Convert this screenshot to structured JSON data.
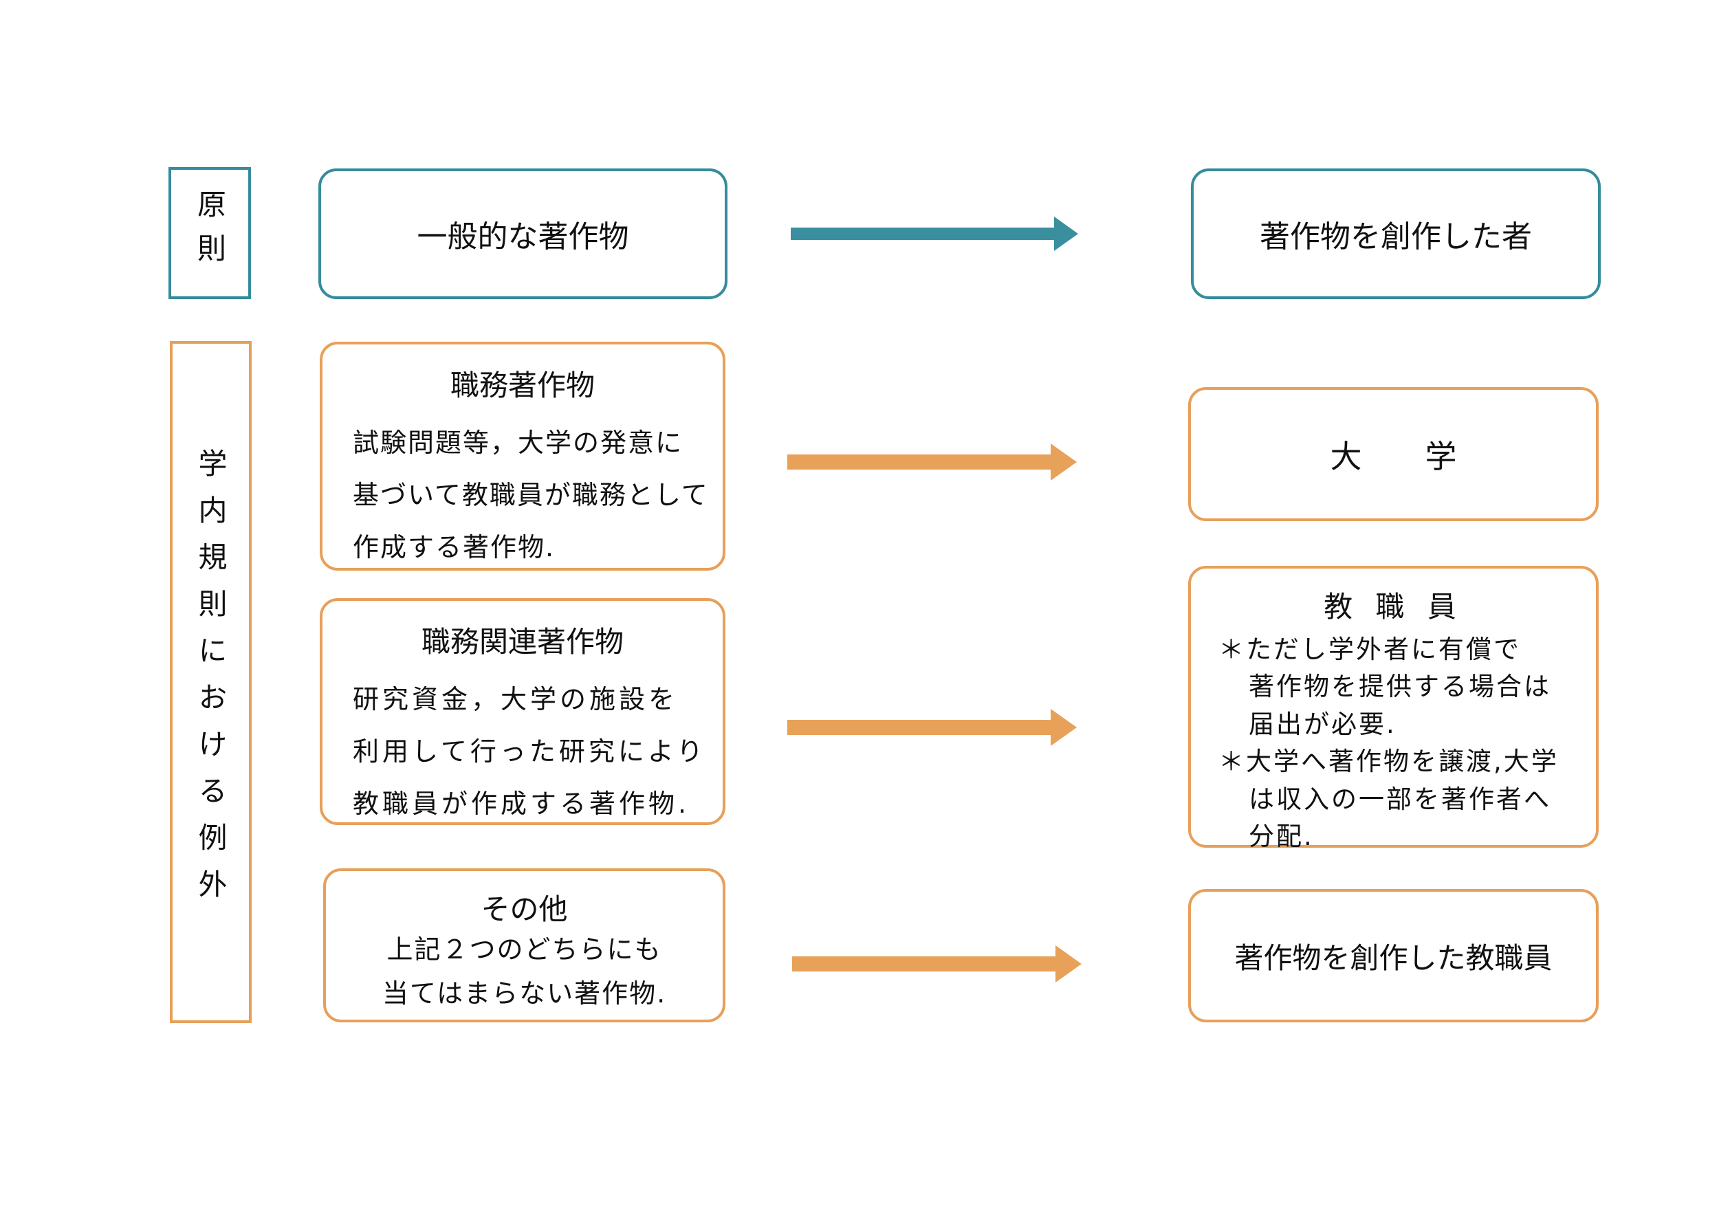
{
  "diagram": {
    "principle": {
      "label": "原則",
      "source": "一般的な著作物",
      "target": "著作物を創作した者"
    },
    "exception": {
      "label": "学内規則における例外",
      "rows": [
        {
          "title": "職務著作物",
          "body": [
            "試験問題等，大学の発意に",
            "基づいて教職員が職務として",
            "作成する著作物."
          ],
          "target": {
            "title": "大　　学"
          }
        },
        {
          "title": "職務関連著作物",
          "body": [
            "研究資金，大学の施設を",
            "利用して行った研究により",
            "教職員が作成する著作物."
          ],
          "target": {
            "title": "教 職 員",
            "notes": [
              {
                "lines": [
                  "＊ただし学外者に有償で",
                  "著作物を提供する場合は",
                  "届出が必要."
                ]
              },
              {
                "lines": [
                  "＊大学へ著作物を譲渡,大学",
                  "は収入の一部を著作者へ",
                  "分配."
                ]
              }
            ]
          }
        },
        {
          "title": "その他",
          "body": [
            "上記２つのどちらにも",
            "当てはまらない著作物."
          ],
          "target": {
            "title": "著作物を創作した教職員"
          }
        }
      ]
    },
    "colors": {
      "teal": "#358C9C",
      "orange": "#E7A05A",
      "text": "#111111",
      "background": "#FFFFFF"
    }
  }
}
